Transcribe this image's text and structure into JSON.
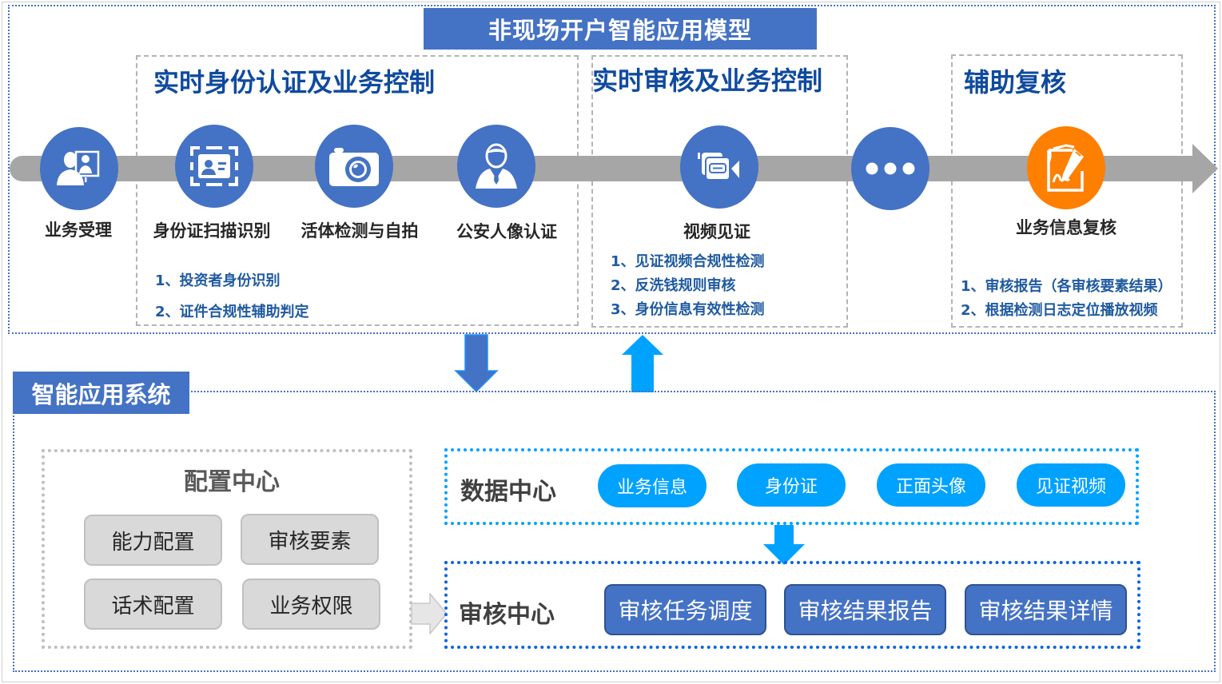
{
  "model": {
    "title": "非现场开户智能应用模型",
    "stages": [
      {
        "title": "实时身份认证及业务控制",
        "bullets": [
          "1、投资者身份识别",
          "2、证件合规性辅助判定"
        ]
      },
      {
        "title": "实时审核及业务控制",
        "bullets": [
          "1、见证视频合规性检测",
          "2、反洗钱规则审核",
          "3、身份信息有效性检测"
        ]
      },
      {
        "title": "辅助复核",
        "bullets": [
          "1、审核报告（各审核要素结果）",
          "2、根据检测日志定位播放视频"
        ]
      }
    ],
    "steps": [
      {
        "label": "业务受理",
        "icon": "business-reception-icon"
      },
      {
        "label": "身份证扫描识别",
        "icon": "id-card-scan-icon"
      },
      {
        "label": "活体检测与自拍",
        "icon": "camera-icon"
      },
      {
        "label": "公安人像认证",
        "icon": "person-icon"
      },
      {
        "label": "视频见证",
        "icon": "video-camera-icon"
      },
      {
        "label": "",
        "icon": "more-icon"
      },
      {
        "label": "业务信息复核",
        "icon": "sign-document-icon"
      }
    ]
  },
  "system": {
    "title": "智能应用系统",
    "config_center": {
      "title": "配置中心",
      "buttons": [
        "能力配置",
        "审核要素",
        "话术配置",
        "业务权限"
      ]
    },
    "data_center": {
      "title": "数据中心",
      "items": [
        "业务信息",
        "身份证",
        "正面头像",
        "见证视频"
      ]
    },
    "audit_center": {
      "title": "审核中心",
      "buttons": [
        "审核任务调度",
        "审核结果报告",
        "审核结果详情"
      ]
    }
  },
  "colors": {
    "primary_blue": "#4472c4",
    "dark_blue_text": "#0f4a9e",
    "bright_blue": "#00a2ff",
    "orange": "#ff7f00",
    "timeline_gray": "#a6a6a6"
  }
}
